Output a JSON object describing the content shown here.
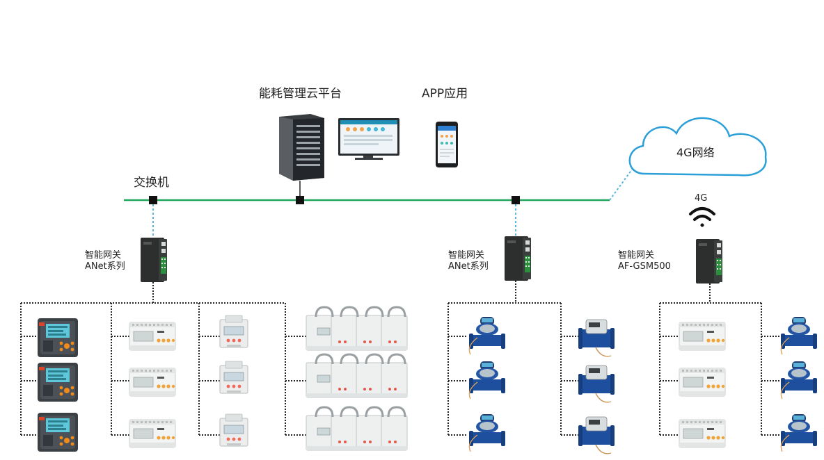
{
  "labels": {
    "platform": "能耗管理云平台",
    "app": "APP应用",
    "switch": "交换机",
    "network_4g": "4G网络",
    "signal_4g": "4G",
    "gateway_left_line1": "智能网关",
    "gateway_left_line2": "ANet系列",
    "gateway_mid_line1": "智能网关",
    "gateway_mid_line2": "ANet系列",
    "gateway_right_line1": "智能网关",
    "gateway_right_line2": "AF-GSM500"
  },
  "colors": {
    "bus_line": "#1fa65a",
    "link_line": "#5ab4e0",
    "dotted_line": "#222222",
    "cloud_stroke": "#2b9fd8",
    "meter_body": "#eef0f0",
    "gateway_body": "#2c2f2e",
    "water_meter": "#1e4f9e"
  }
}
